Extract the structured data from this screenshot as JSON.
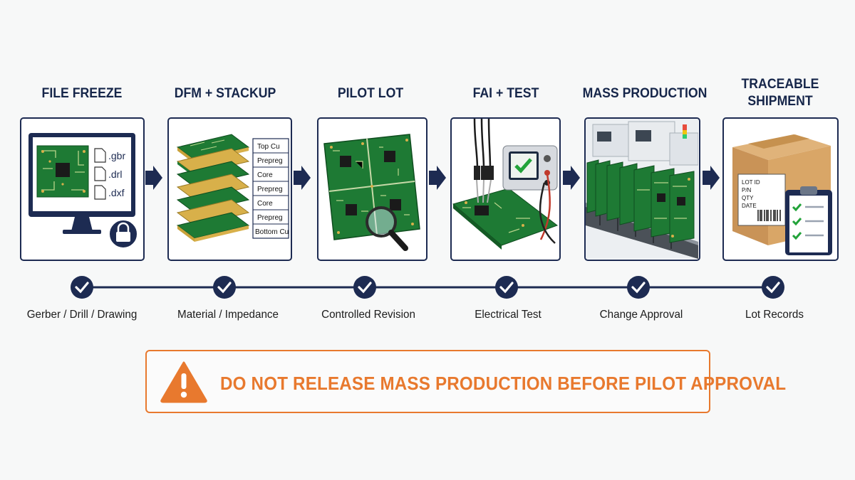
{
  "steps": [
    {
      "title": "FILE FREEZE",
      "label": "Gerber / Drill / Drawing",
      "files": [
        ".gbr",
        ".drl",
        ".dxf"
      ]
    },
    {
      "title": "DFM + STACKUP",
      "label": "Material / Impedance",
      "stackup": [
        "Top Cu",
        "Prepreg",
        "Core",
        "Prepreg",
        "Core",
        "Prepreg",
        "Bottom Cu"
      ]
    },
    {
      "title": "PILOT LOT",
      "label": "Controlled Revision"
    },
    {
      "title": "FAI + TEST",
      "label": "Electrical Test"
    },
    {
      "title": "MASS PRODUCTION",
      "label": "Change Approval"
    },
    {
      "title_lines": [
        "TRACEABLE",
        "SHIPMENT"
      ],
      "label": "Lot Records",
      "box_label": [
        "LOT ID",
        "P/N",
        "QTY",
        "DATE"
      ]
    }
  ],
  "warning": {
    "text": "DO NOT RELEASE MASS PRODUCTION BEFORE PILOT APPROVAL"
  },
  "colors": {
    "navy": "#1d2b52",
    "warning_orange": "#e8792e",
    "pcb_green": "#1e7a34",
    "gold": "#d8b04a"
  },
  "icons": [
    "lock-icon",
    "file-icon",
    "magnifier-icon",
    "check-icon",
    "warning-icon",
    "arrow-right-icon",
    "clipboard-icon",
    "barcode-icon"
  ]
}
